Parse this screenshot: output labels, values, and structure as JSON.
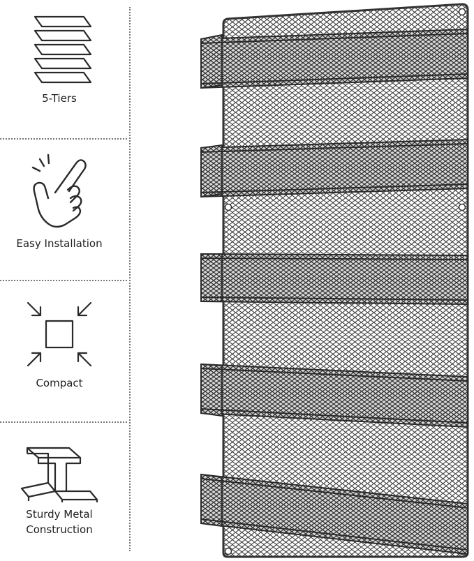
{
  "features": [
    {
      "label": "5-Tiers",
      "icon": "stacked-layers-icon"
    },
    {
      "label": "Easy Installation",
      "icon": "pointing-hand-icon"
    },
    {
      "label": "Compact",
      "icon": "compact-arrows-icon"
    },
    {
      "label": "Sturdy Metal Construction",
      "icon": "steel-beam-icon"
    }
  ],
  "product": {
    "name": "5-tier wall-mounted wire mesh spice rack",
    "color": "#3b3b3b"
  }
}
